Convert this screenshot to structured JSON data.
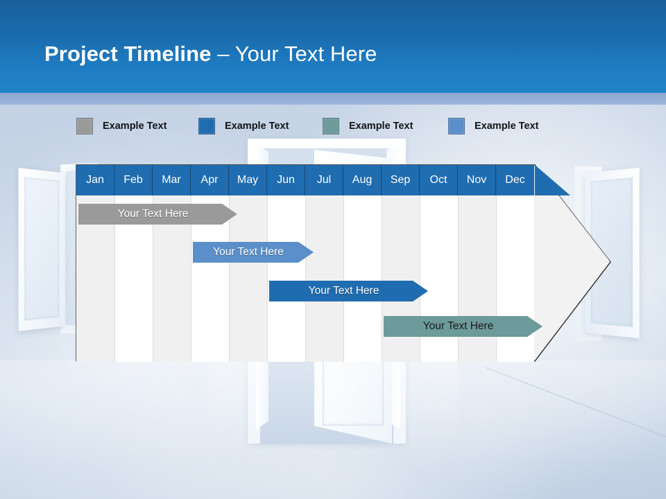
{
  "slide": {
    "title_strong": "Project Timeline",
    "title_light": "– Your Text Here"
  },
  "legend": {
    "items": [
      {
        "label": "Example Text",
        "color": "#9a9a9a",
        "name": "legend-item-gray"
      },
      {
        "label": "Example Text",
        "color": "#1f6cb0",
        "name": "legend-item-blue"
      },
      {
        "label": "Example Text",
        "color": "#6d9a9a",
        "name": "legend-item-teal"
      },
      {
        "label": "Example Text",
        "color": "#5b8fc9",
        "name": "legend-item-lightblue"
      }
    ]
  },
  "chart_data": {
    "type": "bar",
    "title": "Project Timeline – Your Text Here",
    "orientation": "horizontal",
    "categories": [
      "Jan",
      "Feb",
      "Mar",
      "Apr",
      "May",
      "Jun",
      "Jul",
      "Aug",
      "Sep",
      "Oct",
      "Nov",
      "Dec"
    ],
    "xlabel": "",
    "ylabel": "",
    "grid": true,
    "legend_position": "top",
    "header_color": "#1f6cb0",
    "header_text_color": "#ffffff",
    "series": [
      {
        "name": "Example Text",
        "label": "Your  Text Here",
        "color": "#9a9a9a",
        "text_color": "#ffffff",
        "start_month": "Jan",
        "end_month": "Apr",
        "start_index": 0,
        "end_index": 4,
        "row": 0
      },
      {
        "name": "Example Text",
        "label": "Your  Text Here",
        "color": "#5b8fc9",
        "text_color": "#ffffff",
        "start_month": "Apr",
        "end_month": "Jun",
        "start_index": 3,
        "end_index": 6,
        "row": 1
      },
      {
        "name": "Example Text",
        "label": "Your  Text Here",
        "color": "#1f6cb0",
        "text_color": "#ffffff",
        "start_month": "Jun",
        "end_month": "Sep",
        "start_index": 5,
        "end_index": 9,
        "row": 2
      },
      {
        "name": "Example Text",
        "label": "Your  Text Here",
        "color": "#6d9a9a",
        "text_color": "#1a1a1a",
        "start_month": "Sep",
        "end_month": "Dec",
        "start_index": 8,
        "end_index": 12,
        "row": 3
      }
    ]
  }
}
